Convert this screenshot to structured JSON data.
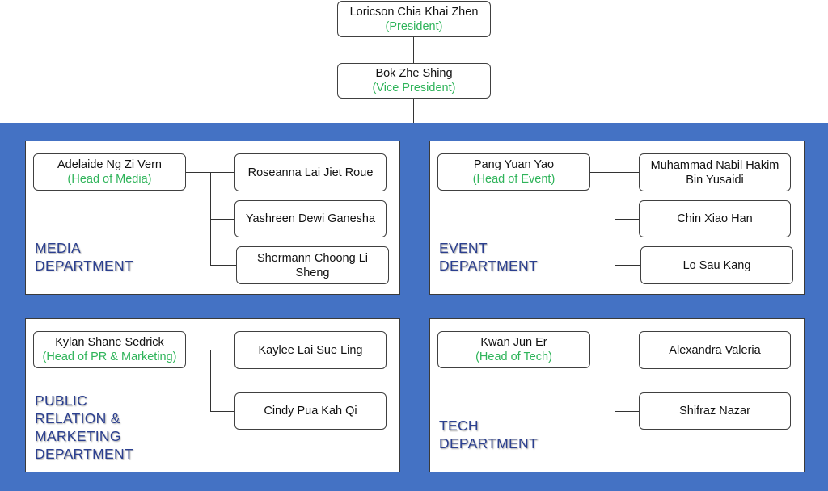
{
  "president": {
    "name": "Loricson Chia Khai Zhen",
    "role": "(President)"
  },
  "vice_president": {
    "name": "Bok Zhe Shing",
    "role": "(Vice President)"
  },
  "media": {
    "title": "MEDIA DEPARTMENT",
    "head": {
      "name": "Adelaide Ng Zi Vern",
      "role": "(Head of Media)"
    },
    "members": [
      "Roseanna Lai Jiet Roue",
      "Yashreen Dewi Ganesha",
      "Shermann Choong Li Sheng"
    ]
  },
  "event": {
    "title": "EVENT DEPARTMENT",
    "head": {
      "name": "Pang Yuan Yao",
      "role": "(Head of Event)"
    },
    "members": [
      "Muhammad Nabil Hakim Bin Yusaidi",
      "Chin Xiao Han",
      "Lo Sau Kang"
    ]
  },
  "pr": {
    "title": "PUBLIC RELATION & MARKETING DEPARTMENT",
    "head": {
      "name": "Kylan Shane Sedrick",
      "role": "(Head of PR & Marketing)"
    },
    "members": [
      "Kaylee Lai Sue Ling",
      "Cindy Pua Kah Qi"
    ]
  },
  "tech": {
    "title": "TECH DEPARTMENT",
    "head": {
      "name": "Kwan Jun Er",
      "role": "(Head of Tech)"
    },
    "members": [
      "Alexandra Valeria",
      "Shifraz Nazar"
    ]
  },
  "colors": {
    "background": "#4472c4",
    "role_text": "#2fb45a",
    "dept_text": "#2b3f8f"
  }
}
